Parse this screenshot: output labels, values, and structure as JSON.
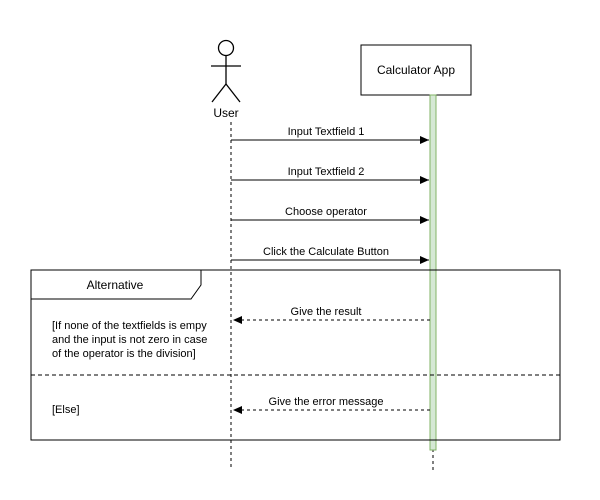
{
  "participants": {
    "user": {
      "label": "User"
    },
    "app": {
      "label": "Calculator App"
    }
  },
  "messages": [
    {
      "label": "Input Textfield 1",
      "direction": "user-to-app",
      "style": "solid"
    },
    {
      "label": "Input Textfield 2",
      "direction": "user-to-app",
      "style": "solid"
    },
    {
      "label": "Choose operator",
      "direction": "user-to-app",
      "style": "solid"
    },
    {
      "label": "Click the Calculate Button",
      "direction": "user-to-app",
      "style": "solid"
    }
  ],
  "fragment": {
    "operator": "Alternative",
    "guard1": {
      "line1": "[If none of the textfields is empy",
      "line2": "and the input is not zero in case",
      "line3": "of the operator is the division]"
    },
    "reply1": {
      "label": "Give the result",
      "direction": "app-to-user",
      "style": "dashed"
    },
    "guard2": "[Else]",
    "reply2": {
      "label": "Give the error message",
      "direction": "app-to-user",
      "style": "dashed"
    }
  },
  "colors": {
    "activation_fill": "#d5e8d4",
    "activation_stroke": "#82b366",
    "line": "#000000"
  }
}
